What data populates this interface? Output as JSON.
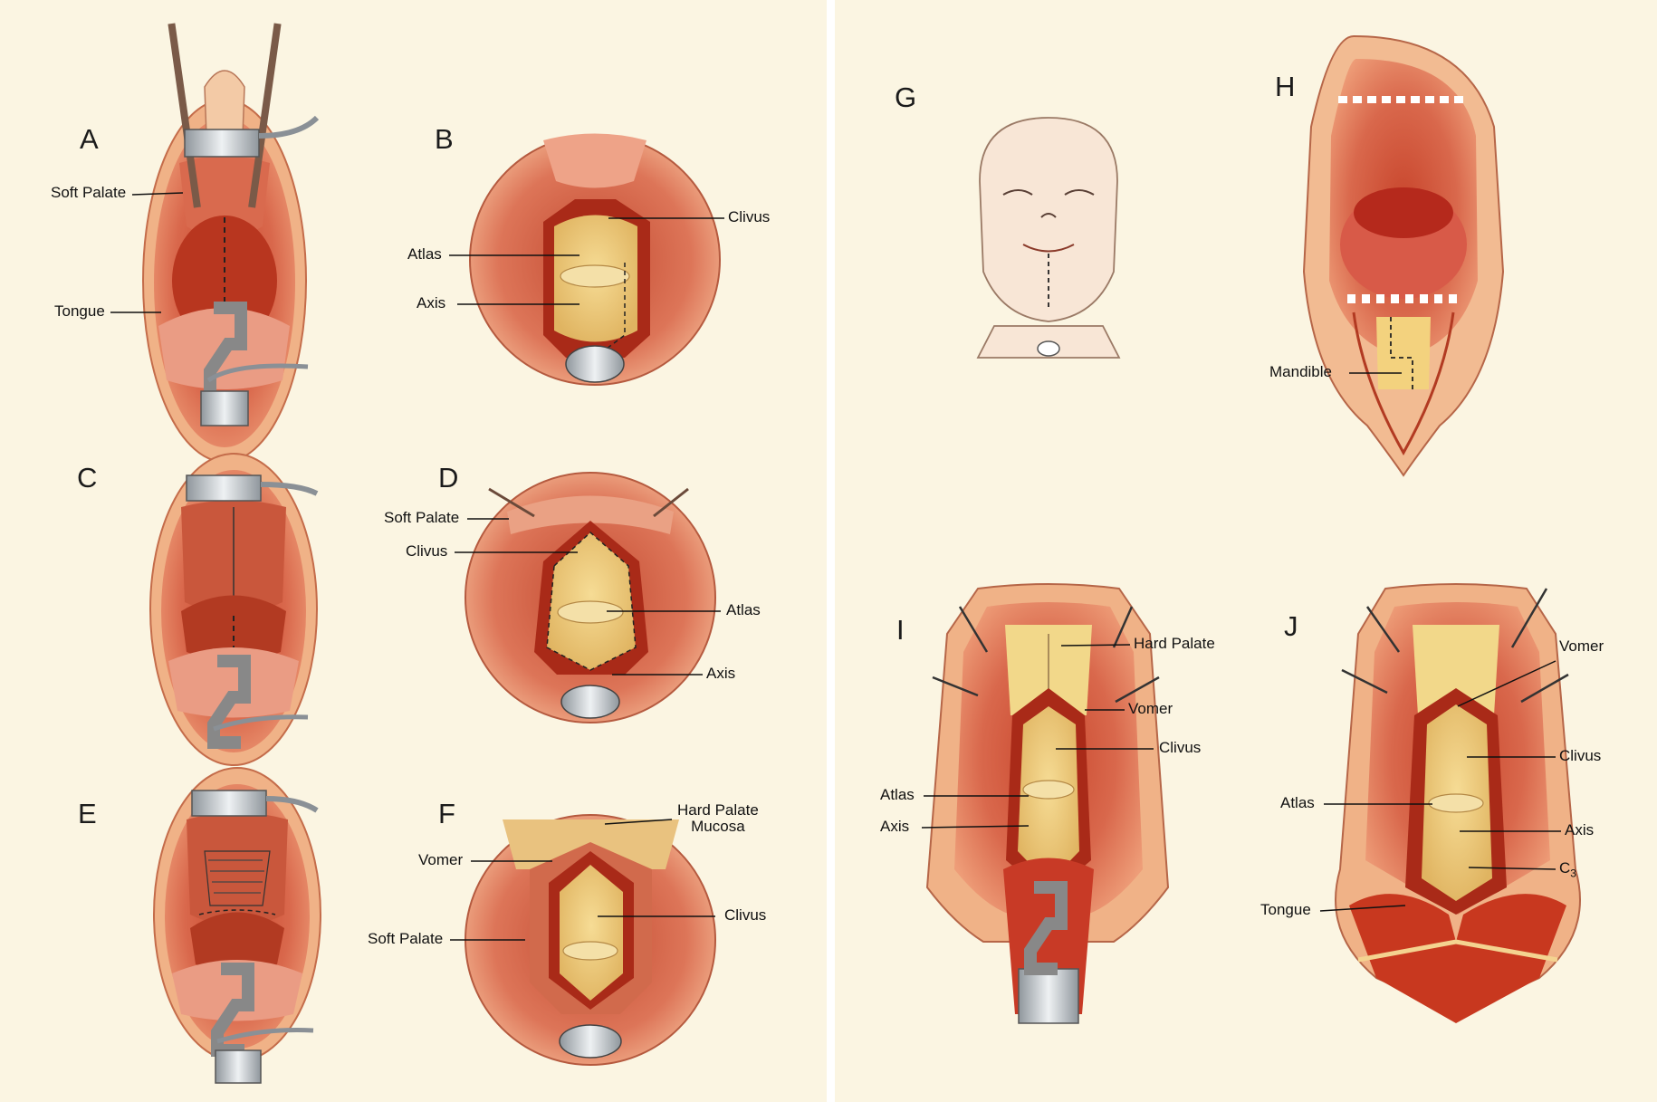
{
  "panels": {
    "a": "A",
    "b": "B",
    "c": "C",
    "d": "D",
    "e": "E",
    "f": "F",
    "g": "G",
    "h": "H",
    "i": "I",
    "j": "J"
  },
  "labels": {
    "a_soft_palate": "Soft Palate",
    "a_tongue": "Tongue",
    "b_clivus": "Clivus",
    "b_atlas": "Atlas",
    "b_axis": "Axis",
    "d_soft_palate": "Soft Palate",
    "d_clivus": "Clivus",
    "d_atlas": "Atlas",
    "d_axis": "Axis",
    "f_hard_palate_1": "Hard Palate",
    "f_hard_palate_2": "Mucosa",
    "f_vomer": "Vomer",
    "f_clivus": "Clivus",
    "f_soft_palate": "Soft Palate",
    "h_mandible": "Mandible",
    "i_hard_palate": "Hard Palate",
    "i_vomer": "Vomer",
    "i_clivus": "Clivus",
    "i_atlas": "Atlas",
    "i_axis": "Axis",
    "j_vomer": "Vomer",
    "j_clivus": "Clivus",
    "j_atlas": "Atlas",
    "j_axis": "Axis",
    "j_c3_main": "C",
    "j_c3_sub": "3",
    "j_tongue": "Tongue"
  },
  "colors": {
    "background": "#fbf5e2",
    "tissue_dark": "#b5321f",
    "tissue_mid": "#d8664a",
    "tissue_light": "#eca27c",
    "bone": "#efcf7e",
    "skin": "#f6dcc6",
    "teeth": "#fcfaf2",
    "metal": "#cfd4d8",
    "divider": "#ffffff"
  }
}
